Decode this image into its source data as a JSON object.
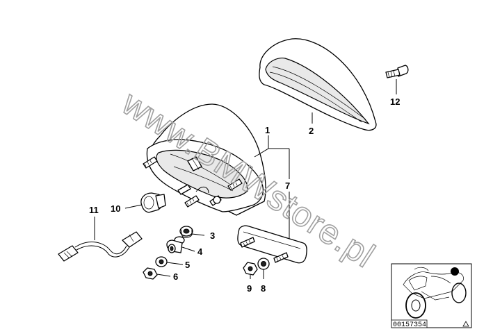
{
  "watermark": "www.BMWstore.pl",
  "reference_number": "00157354",
  "callouts": {
    "c1": "1",
    "c2": "2",
    "c3": "3",
    "c4": "4",
    "c5": "5",
    "c6": "6",
    "c7": "7",
    "c8": "8",
    "c9": "9",
    "c10": "10",
    "c11": "11",
    "c12": "12"
  }
}
